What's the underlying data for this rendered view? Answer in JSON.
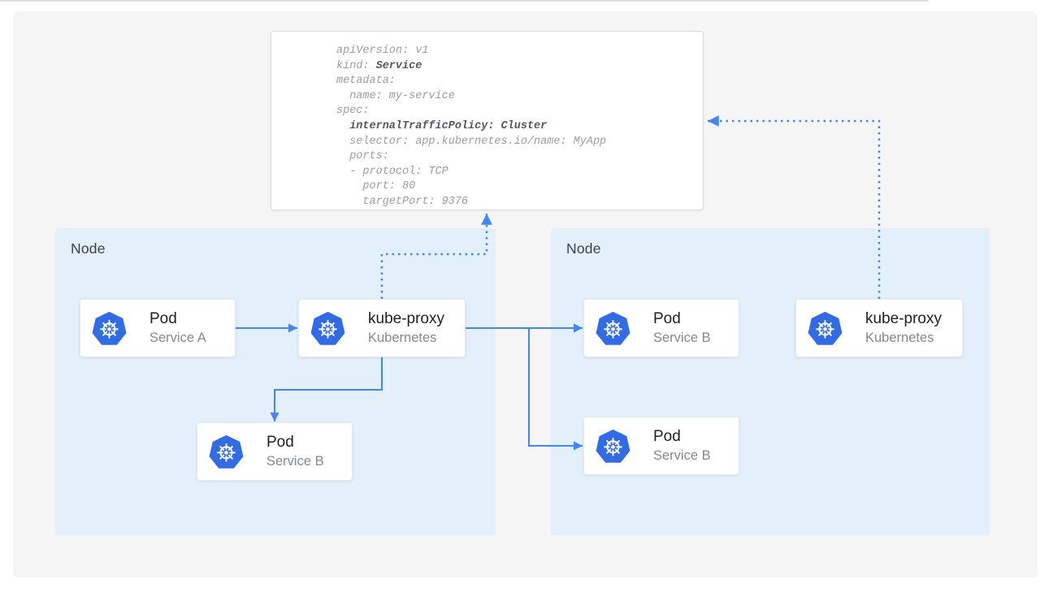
{
  "code_block": {
    "lines": [
      {
        "plain": "apiVersion: v1"
      },
      {
        "plain": "kind: ",
        "bold": "Service"
      },
      {
        "plain": "metadata:"
      },
      {
        "plain": "  name: my-service"
      },
      {
        "plain": "spec:"
      },
      {
        "plain": "  ",
        "bold": "internalTrafficPolicy: Cluster"
      },
      {
        "plain": "  selector: app.kubernetes.io/name: MyApp"
      },
      {
        "plain": "  ports:"
      },
      {
        "plain": "  - protocol: TCP"
      },
      {
        "plain": "    port: 80"
      },
      {
        "plain": "    targetPort: 9376"
      }
    ]
  },
  "nodes": {
    "left": {
      "label": "Node"
    },
    "right": {
      "label": "Node"
    }
  },
  "cards": {
    "pod_a": {
      "title": "Pod",
      "subtitle": "Service A"
    },
    "kube_proxy_left": {
      "title": "kube-proxy",
      "subtitle": "Kubernetes"
    },
    "pod_b_left": {
      "title": "Pod",
      "subtitle": "Service B"
    },
    "pod_b_right_top": {
      "title": "Pod",
      "subtitle": "Service B"
    },
    "pod_b_right_bottom": {
      "title": "Pod",
      "subtitle": "Service B"
    },
    "kube_proxy_right": {
      "title": "kube-proxy",
      "subtitle": "Kubernetes"
    }
  },
  "icons": {
    "card_icon": "kubernetes-icon"
  },
  "colors": {
    "arrow_blue": "#4285f4",
    "kubernetes_logo_blue": "#326ce5",
    "node_background": "#e3f0fc",
    "panel_background": "#f5f5f6",
    "code_text": "#9a9da1",
    "code_bold_text": "#54575b",
    "card_title_text": "#1e2022",
    "card_subtitle_text": "#85898e"
  }
}
